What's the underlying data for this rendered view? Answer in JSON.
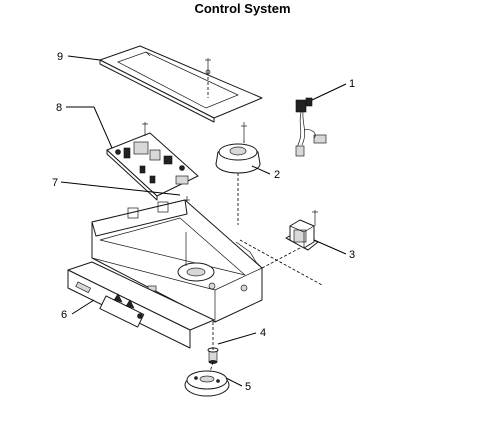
{
  "title": "Control System",
  "callouts": [
    "1",
    "2",
    "3",
    "4",
    "5",
    "6",
    "7",
    "8",
    "9"
  ]
}
